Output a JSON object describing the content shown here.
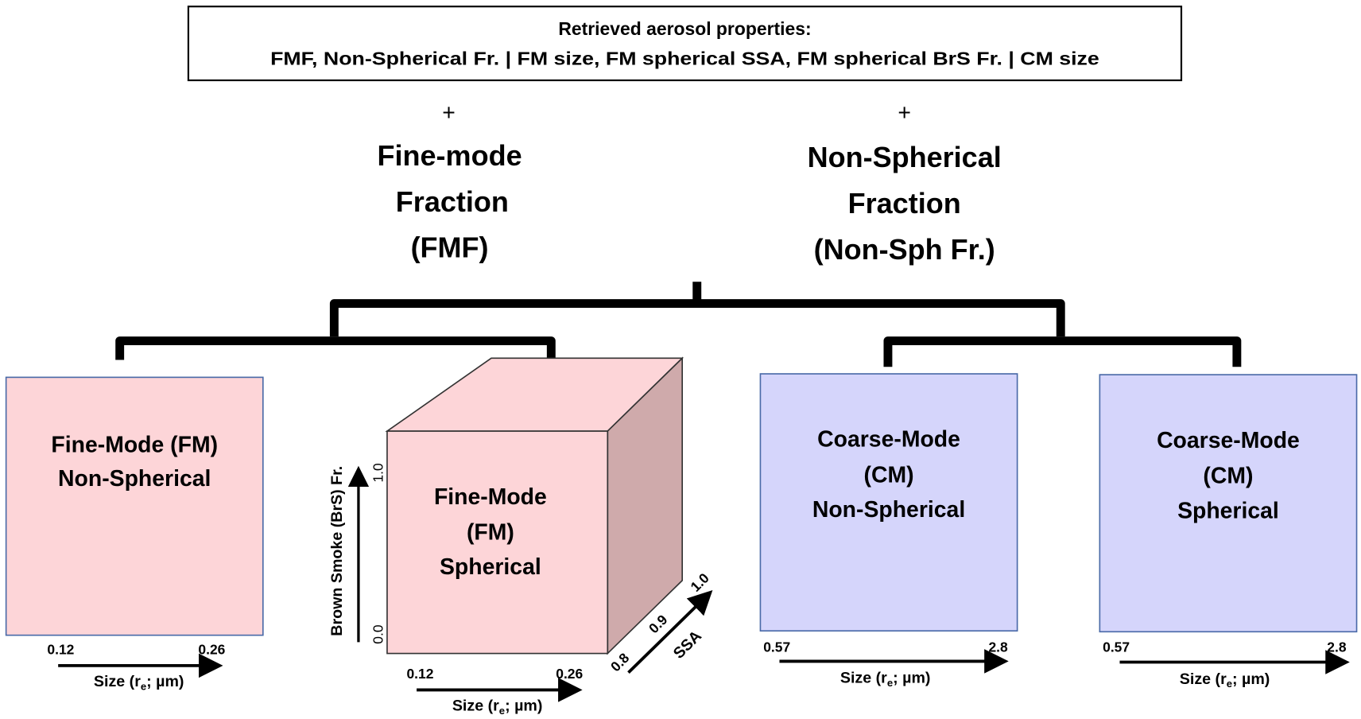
{
  "header": {
    "line1": "Retrieved aerosol properties:",
    "line2": "FMF, Non-Spherical Fr. | FM size, FM spherical SSA, FM spherical BrS Fr. | CM size"
  },
  "plus": "+",
  "fmf": {
    "lines": [
      "Fine-mode",
      "Fraction",
      "(FMF)"
    ]
  },
  "nonsph": {
    "lines": [
      "Non-Spherical",
      "Fraction",
      "(Non-Sph Fr.)"
    ]
  },
  "colors": {
    "fine_mode": "#fdd5d8",
    "fine_mode_side": "#cfaaab",
    "coarse_mode": "#d5d5fb",
    "box_border": "#4a6aa8"
  },
  "boxes": [
    {
      "lines": [
        "Fine-Mode (FM)",
        "Non-Spherical"
      ],
      "size_min": "0.12",
      "size_max": "0.26",
      "axis_main": "Size (r",
      "axis_sub": "e",
      "axis_tail": "; µm)"
    },
    {
      "lines": [
        "Fine-Mode",
        "(FM)",
        "Spherical"
      ],
      "size_min": "0.12",
      "size_max": "0.26",
      "axis_main": "Size (r",
      "axis_sub": "e",
      "axis_tail": "; µm)",
      "brs_label": "Brown Smoke (BrS) Fr.",
      "brs_min": "0.0",
      "brs_max": "1.0",
      "ssa_label": "SSA",
      "ssa_ticks": [
        "0.8",
        "0.9",
        "1.0"
      ]
    },
    {
      "lines": [
        "Coarse-Mode",
        "(CM)",
        "Non-Spherical"
      ],
      "size_min": "0.57",
      "size_max": "2.8",
      "axis_main": "Size (r",
      "axis_sub": "e",
      "axis_tail": "; µm)"
    },
    {
      "lines": [
        "Coarse-Mode",
        "(CM)",
        "Spherical"
      ],
      "size_min": "0.57",
      "size_max": "2.8",
      "axis_main": "Size (r",
      "axis_sub": "e",
      "axis_tail": "; µm)"
    }
  ]
}
